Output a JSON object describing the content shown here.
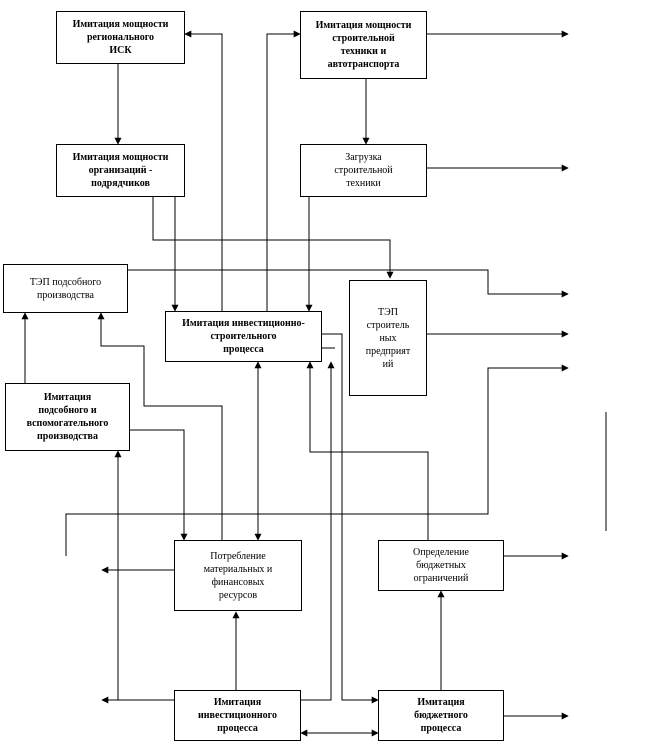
{
  "nodes": {
    "regional_isk": {
      "label": "Имитация мощности\nрегионального\nИСК",
      "bold": true
    },
    "construction_power": {
      "label": "Имитация мощности\nстроительной\nтехники и\nавтотранспорта",
      "bold": true
    },
    "contractor_power": {
      "label": "Имитация мощности\nорганизаций -\nподрядчиков",
      "bold": true
    },
    "equipment_load": {
      "label": "Загрузка\nстроительной\nтехники",
      "bold": false
    },
    "tep_subsidiary": {
      "label": "ТЭП подсобного\nпроизводства",
      "bold": false
    },
    "tep_construction": {
      "label": "ТЭП\nстроитель\nных\nпредприят\nий",
      "bold": false
    },
    "invest_construction": {
      "label": "Имитация инвестиционно-\nстроительного\nпроцесса",
      "bold": true
    },
    "subsidiary_sim": {
      "label": "Имитация\nподсобного и\nвспомогательного\nпроизводства",
      "bold": true
    },
    "consumption": {
      "label": "Потребление\nматериальных и\nфинансовых\nресурсов",
      "bold": false
    },
    "budget_limits": {
      "label": "Определение\nбюджетных\nограничений",
      "bold": false
    },
    "invest_process": {
      "label": "Имитация\nинвестиционного\nпроцесса",
      "bold": true
    },
    "budget_process": {
      "label": "Имитация\nбюджетного\nпроцесса",
      "bold": true
    }
  }
}
